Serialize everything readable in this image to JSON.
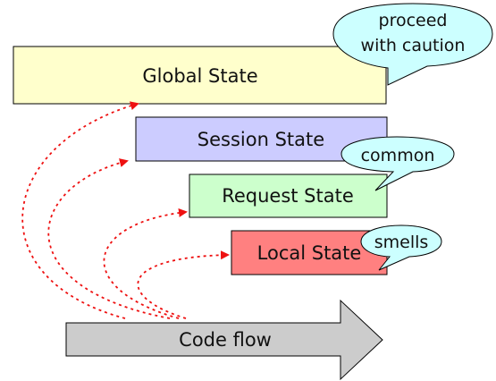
{
  "boxes": {
    "global": {
      "label": "Global State",
      "color": "#ffffcc"
    },
    "session": {
      "label": "Session State",
      "color": "#ccccff"
    },
    "request": {
      "label": "Request State",
      "color": "#ccffcc"
    },
    "local": {
      "label": "Local State",
      "color": "#ff8080"
    }
  },
  "bubbles": {
    "caution": {
      "line1": "proceed",
      "line2": "with caution"
    },
    "common": {
      "label": "common"
    },
    "smells": {
      "label": "smells"
    },
    "color": "#ccffff"
  },
  "flow": {
    "label": "Code flow",
    "color": "#cccccc"
  },
  "connector_color": "#ee1111"
}
